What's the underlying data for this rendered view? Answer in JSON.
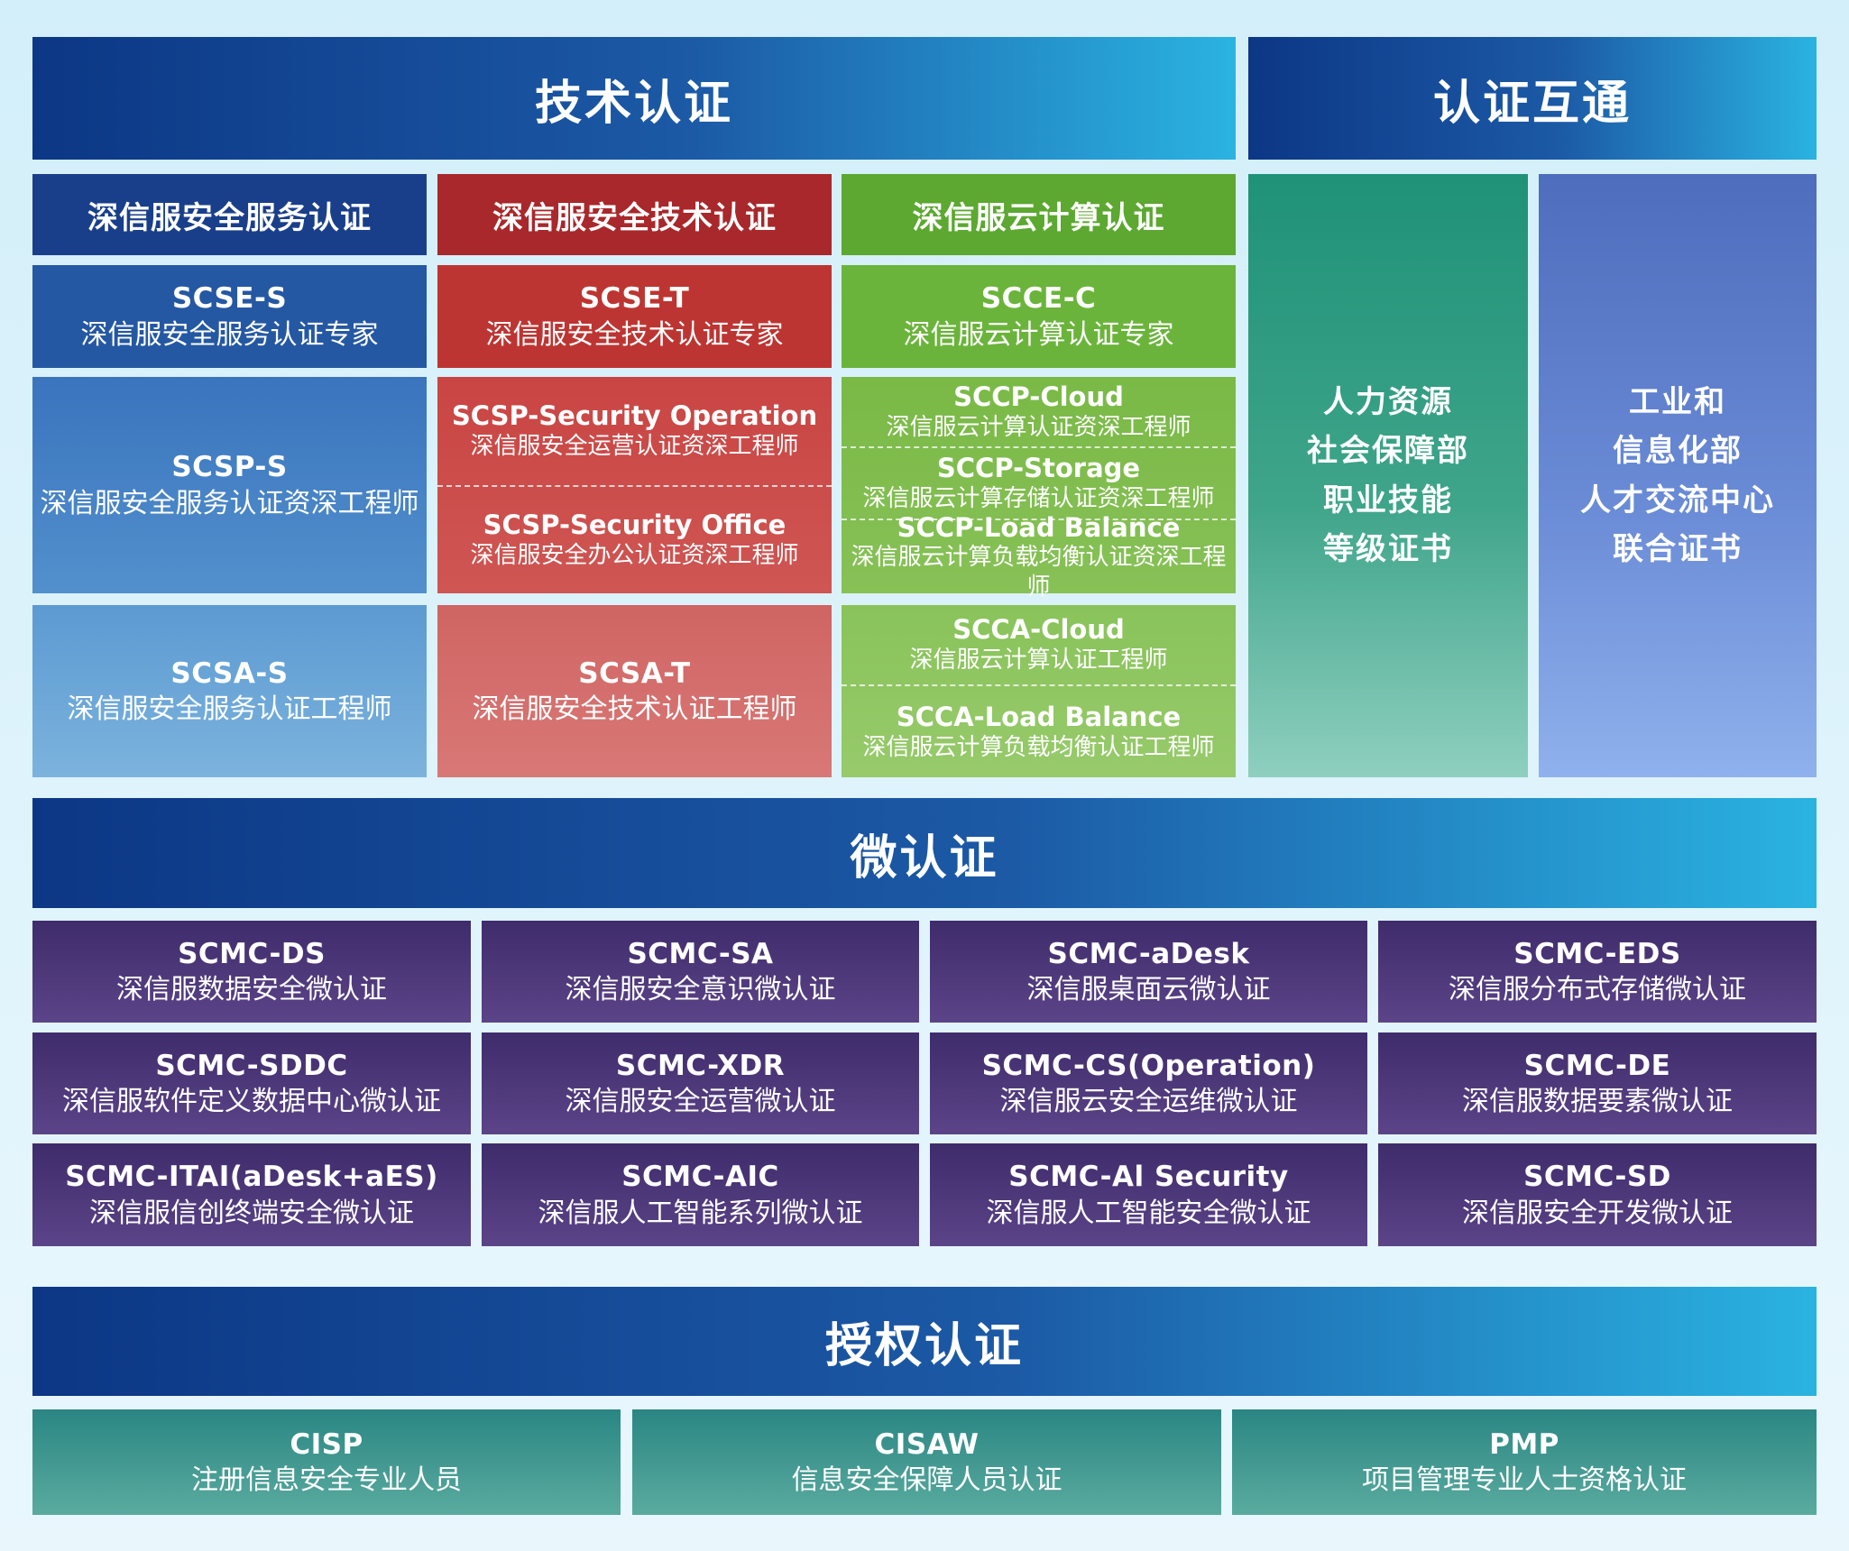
{
  "sections": {
    "tech": "技术认证",
    "mutual": "认证互通",
    "micro": "微认证",
    "authorized": "授权认证"
  },
  "columns": [
    {
      "title": "深信服安全服务认证",
      "expert": {
        "code": "SCSE-S",
        "name": "深信服安全服务认证专家"
      },
      "senior": {
        "code": "SCSP-S",
        "name": "深信服安全服务认证资深工程师"
      },
      "engineer": {
        "code": "SCSA-S",
        "name": "深信服安全服务认证工程师"
      }
    },
    {
      "title": "深信服安全技术认证",
      "expert": {
        "code": "SCSE-T",
        "name": "深信服安全技术认证专家"
      },
      "senior_items": [
        {
          "code": "SCSP-Security Operation",
          "name": "深信服安全运营认证资深工程师"
        },
        {
          "code": "SCSP-Security Office",
          "name": "深信服安全办公认证资深工程师"
        }
      ],
      "engineer": {
        "code": "SCSA-T",
        "name": "深信服安全技术认证工程师"
      }
    },
    {
      "title": "深信服云计算认证",
      "expert": {
        "code": "SCCE-C",
        "name": "深信服云计算认证专家"
      },
      "senior_items": [
        {
          "code": "SCCP-Cloud",
          "name": "深信服云计算认证资深工程师"
        },
        {
          "code": "SCCP-Storage",
          "name": "深信服云计算存储认证资深工程师"
        },
        {
          "code": "SCCP-Load Balance",
          "name": "深信服云计算负载均衡认证资深工程师"
        }
      ],
      "engineer_items": [
        {
          "code": "SCCA-Cloud",
          "name": "深信服云计算认证工程师"
        },
        {
          "code": "SCCA-Load Balance",
          "name": "深信服云计算负载均衡认证工程师"
        }
      ]
    }
  ],
  "mutual": [
    {
      "lines": [
        "人力资源",
        "社会保障部",
        "职业技能",
        "等级证书"
      ]
    },
    {
      "lines": [
        "工业和",
        "信息化部",
        "人才交流中心",
        "联合证书"
      ]
    }
  ],
  "micro_certs": [
    {
      "code": "SCMC-DS",
      "name": "深信服数据安全微认证"
    },
    {
      "code": "SCMC-SA",
      "name": "深信服安全意识微认证"
    },
    {
      "code": "SCMC-aDesk",
      "name": "深信服桌面云微认证"
    },
    {
      "code": "SCMC-EDS",
      "name": "深信服分布式存储微认证"
    },
    {
      "code": "SCMC-SDDC",
      "name": "深信服软件定义数据中心微认证"
    },
    {
      "code": "SCMC-XDR",
      "name": "深信服安全运营微认证"
    },
    {
      "code": "SCMC-CS(Operation)",
      "name": "深信服云安全运维微认证"
    },
    {
      "code": "SCMC-DE",
      "name": "深信服数据要素微认证"
    },
    {
      "code": "SCMC-ITAI(aDesk+aES)",
      "name": "深信服信创终端安全微认证"
    },
    {
      "code": "SCMC-AIC",
      "name": "深信服人工智能系列微认证"
    },
    {
      "code": "SCMC-Al Security",
      "name": "深信服人工智能安全微认证"
    },
    {
      "code": "SCMC-SD",
      "name": "深信服安全开发微认证"
    }
  ],
  "auth_certs": [
    {
      "code": "CISP",
      "name": "注册信息安全专业人员"
    },
    {
      "code": "CISAW",
      "name": "信息安全保障人员认证"
    },
    {
      "code": "PMP",
      "name": "项目管理专业人士资格认证"
    }
  ],
  "colors": {
    "banner_start": "#0c3785",
    "banner_end": "#2ab3e1",
    "service_blue": "#1d4f9c",
    "tech_red": "#b82e2e",
    "cloud_green": "#6ab43a",
    "mutual_green": "#239680",
    "mutual_blue": "#5473c2",
    "micro_purple": "#4a3578",
    "auth_teal": "#3c9690"
  }
}
